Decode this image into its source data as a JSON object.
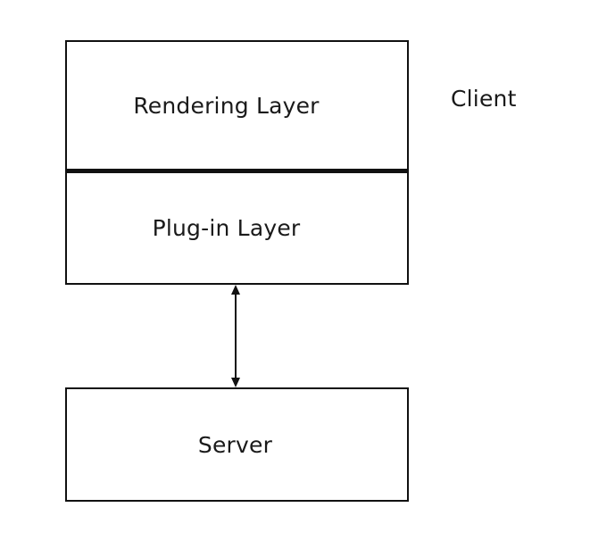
{
  "diagram": {
    "layers": {
      "rendering": "Rendering Layer",
      "plugin": "Plug-in Layer"
    },
    "server": "Server",
    "client": "Client"
  }
}
